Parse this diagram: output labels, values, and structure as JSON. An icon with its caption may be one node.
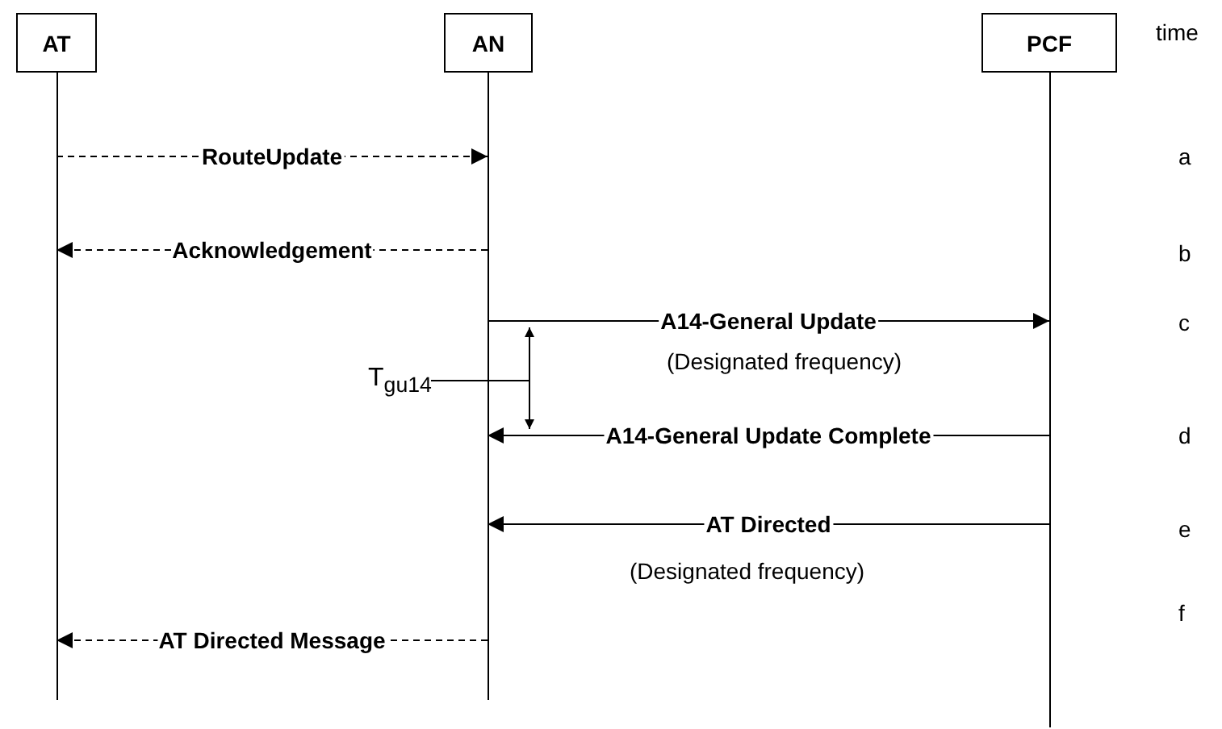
{
  "diagram": {
    "nodes": [
      {
        "text": [
          "AT"
        ]
      },
      {
        "text": [
          "AN"
        ]
      },
      {
        "text": [
          "PCF"
        ]
      },
      {
        "text": [
          "T$_{gu14}$"
        ]
      }
    ],
    "edges": [
      {
        "from": 0,
        "to": 1,
        "arrow": "to",
        "label": "RouteUpdate",
        "style": "dashed"
      },
      {
        "from": 1,
        "to": 0,
        "arrow": "to",
        "label": "Acknowledgement",
        "style": "dashed"
      },
      {
        "from": 1,
        "to": 2,
        "arrow": "to",
        "label": "A14-General Update"
      },
      {
        "from": 2,
        "to": 1,
        "arrow": "to",
        "label": "A14-General Update Complete"
      },
      {
        "from": 2,
        "to": 1,
        "arrow": "to",
        "label": "AT Directed"
      },
      {
        "from": 1,
        "to": 0,
        "arrow": "to",
        "label": "AT Directed Message",
        "style": "dashed"
      },
      {
        "from": 3,
        "to": 1,
        "arrow": "none"
      }
    ],
    "labels": [
      "time",
      "a",
      "b",
      "c",
      "(Designated frequency)",
      "d",
      "e",
      "(Designated frequency)",
      "f"
    ]
  }
}
